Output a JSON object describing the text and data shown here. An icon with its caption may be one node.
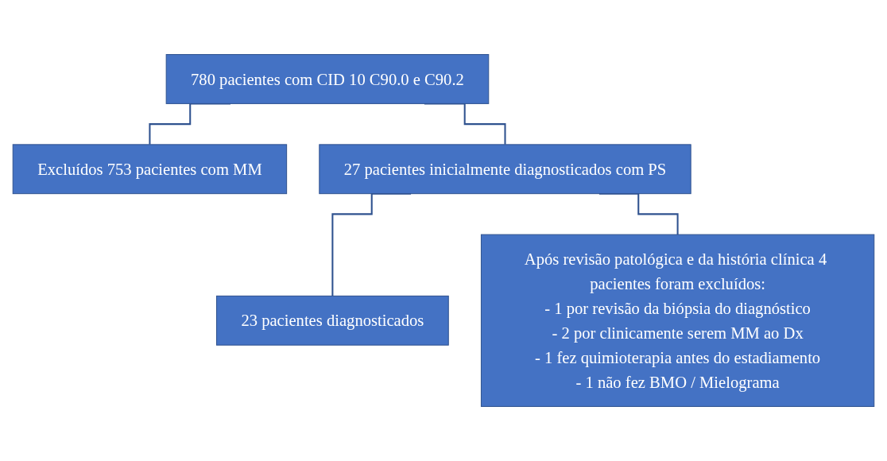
{
  "diagram": {
    "nodes": [
      {
        "text": [
          "780 pacientes com CID 10 C90.0 e C90.2"
        ]
      },
      {
        "text": [
          "Excluídos 753 pacientes com MM"
        ]
      },
      {
        "text": [
          "27 pacientes inicialmente diagnosticados com PS"
        ]
      },
      {
        "text": [
          "23 pacientes diagnosticados"
        ]
      },
      {
        "text": [
          "Após revisão patológica e da história clínica 4 pacientes foram excluídos:",
          "- 1 por revisão da biópsia do diagnóstico",
          "- 2 por clinicamente serem MM ao Dx",
          "- 1 fez quimioterapia antes do estadiamento",
          "- 1 não fez BMO / Mielograma"
        ]
      }
    ],
    "edges": [
      {
        "from": 0,
        "to": 2,
        "arrow": "none"
      },
      {
        "from": 0,
        "to": 1,
        "arrow": "none"
      },
      {
        "from": 2,
        "to": 3,
        "arrow": "none"
      },
      {
        "from": 2,
        "to": 4,
        "arrow": "none"
      }
    ]
  }
}
